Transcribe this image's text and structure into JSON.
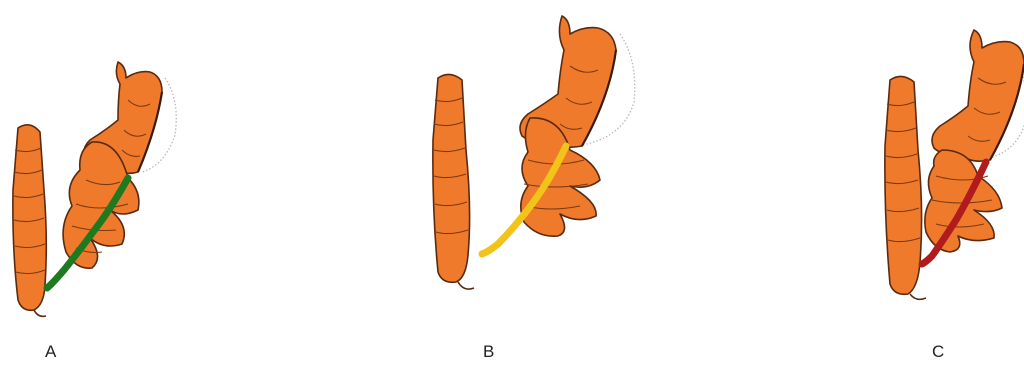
{
  "panels": [
    {
      "label": "A",
      "limb_color": "#1f7a1f"
    },
    {
      "label": "B",
      "limb_color": "#f2c41a"
    },
    {
      "label": "C",
      "limb_color": "#b01c1c"
    }
  ]
}
